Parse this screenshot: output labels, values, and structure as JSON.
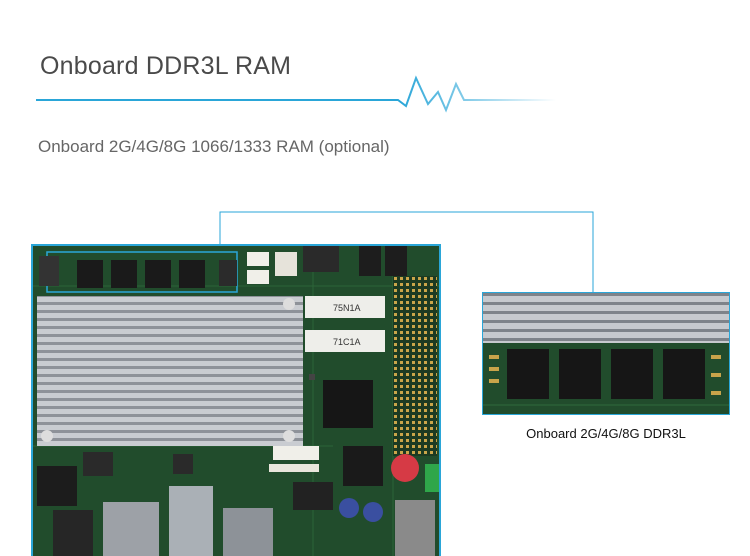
{
  "header": {
    "title": "Onboard DDR3L RAM",
    "subtitle": "Onboard 2G/4G/8G 1066/1333 RAM (optional)"
  },
  "board": {
    "sodimm_label_top": "75N1A",
    "sodimm_label_bottom": "71C1A"
  },
  "zoom": {
    "caption": "Onboard 2G/4G/8G DDR3L"
  },
  "colors": {
    "accent": "#2aa6d8",
    "pcb": "#1f4a2a",
    "heatsink": "#b9bcc2"
  }
}
